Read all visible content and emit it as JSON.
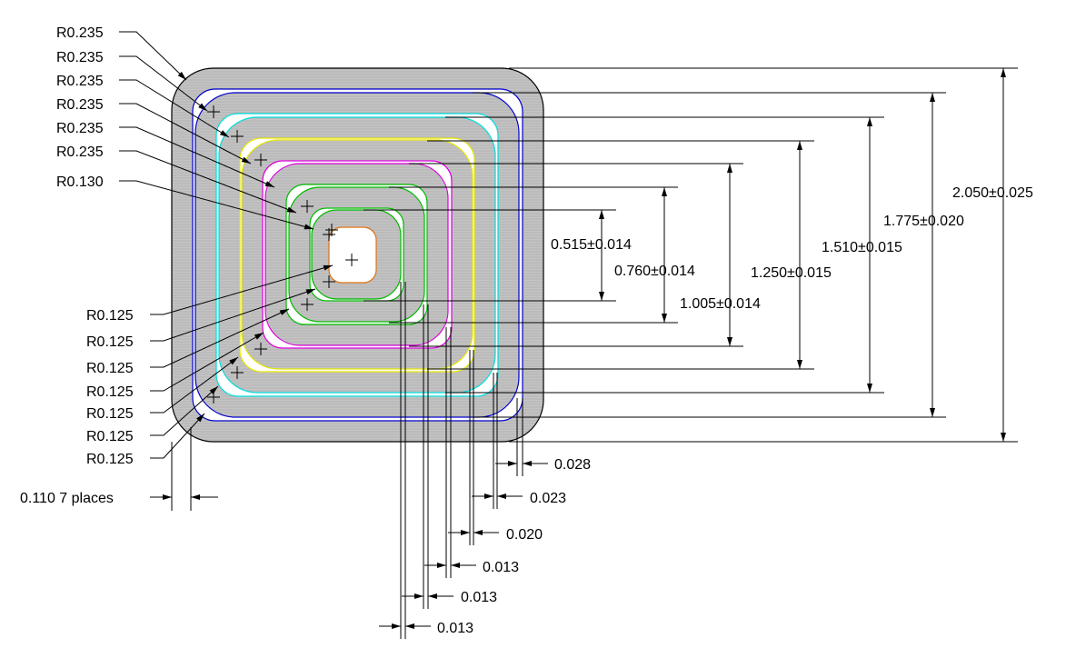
{
  "radius_labels_top": [
    "R0.235",
    "R0.235",
    "R0.235",
    "R0.235",
    "R0.235",
    "R0.235",
    "R0.130"
  ],
  "radius_labels_bottom": [
    "R0.125",
    "R0.125",
    "R0.125",
    "R0.125",
    "R0.125",
    "R0.125",
    "R0.125"
  ],
  "wall_label": "0.110 7 places",
  "height_dims": [
    "0.515±0.014",
    "0.760±0.014",
    "1.005±0.014",
    "1.250±0.015",
    "1.510±0.015",
    "1.775±0.020",
    "2.050±0.025"
  ],
  "gap_dims": [
    "0.028",
    "0.023",
    "0.020",
    "0.013",
    "0.013",
    "0.013"
  ],
  "colors": {
    "fill": "#bebebe",
    "outline": "#000000",
    "blue": "#0000cc",
    "cyan": "#00dddd",
    "yellow": "#e8e800",
    "magenta": "#dd00dd",
    "green": "#00bb00",
    "orange": "#e07010"
  }
}
